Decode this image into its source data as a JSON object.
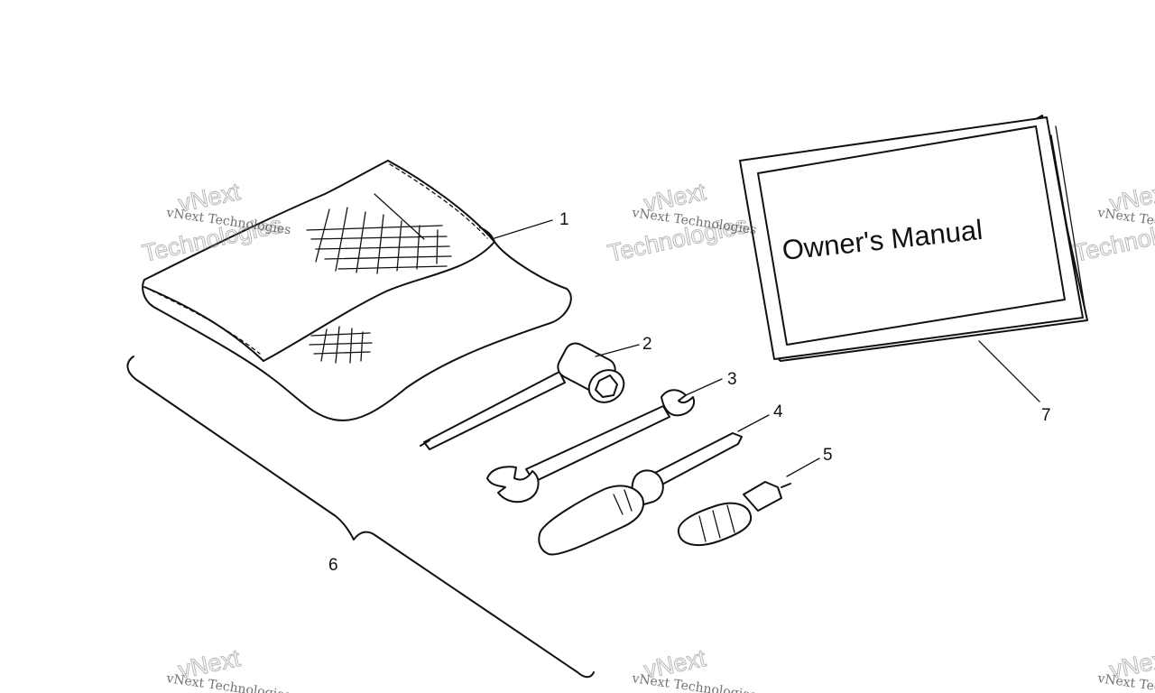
{
  "callouts": {
    "c1": "1",
    "c2": "2",
    "c3": "3",
    "c4": "4",
    "c5": "5",
    "c6": "6",
    "c7": "7"
  },
  "manual": {
    "title": "Owner's Manual"
  },
  "watermark": {
    "small": "vNext Technologies",
    "big_top": "vNext",
    "big_bottom": "Technologies"
  }
}
